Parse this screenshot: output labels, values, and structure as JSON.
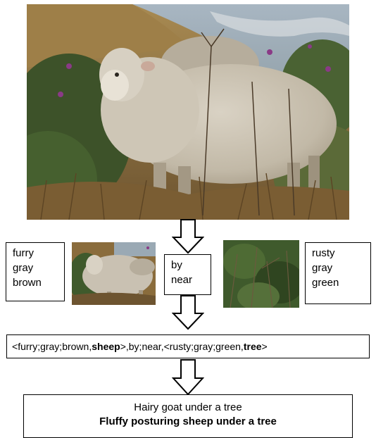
{
  "main_photo": {
    "icon": "sheep-photo"
  },
  "sheep_attributes": [
    "furry",
    "gray",
    "brown"
  ],
  "relations": [
    "by",
    "near"
  ],
  "tree_attributes": [
    "rusty",
    "gray",
    "green"
  ],
  "crops": {
    "sheep": "sheep-crop-photo",
    "tree": "shrub-crop-photo"
  },
  "tuple": {
    "open": "<",
    "sheep_attrs": "furry;gray;brown,",
    "subject": "sheep",
    "middle": ">,by;near,<",
    "tree_attrs": "rusty;gray;green,",
    "object": "tree",
    "close": ">"
  },
  "captions": {
    "baseline": "Hairy goat under a tree",
    "improved": "Fluffy posturing sheep under a tree"
  },
  "colors": {
    "sheep_wool": "#c9c1b2",
    "grass": "#8a6c3c",
    "shrub": "#3f5a2c",
    "water": "#9aa9b4",
    "flower": "#8a3a86"
  }
}
